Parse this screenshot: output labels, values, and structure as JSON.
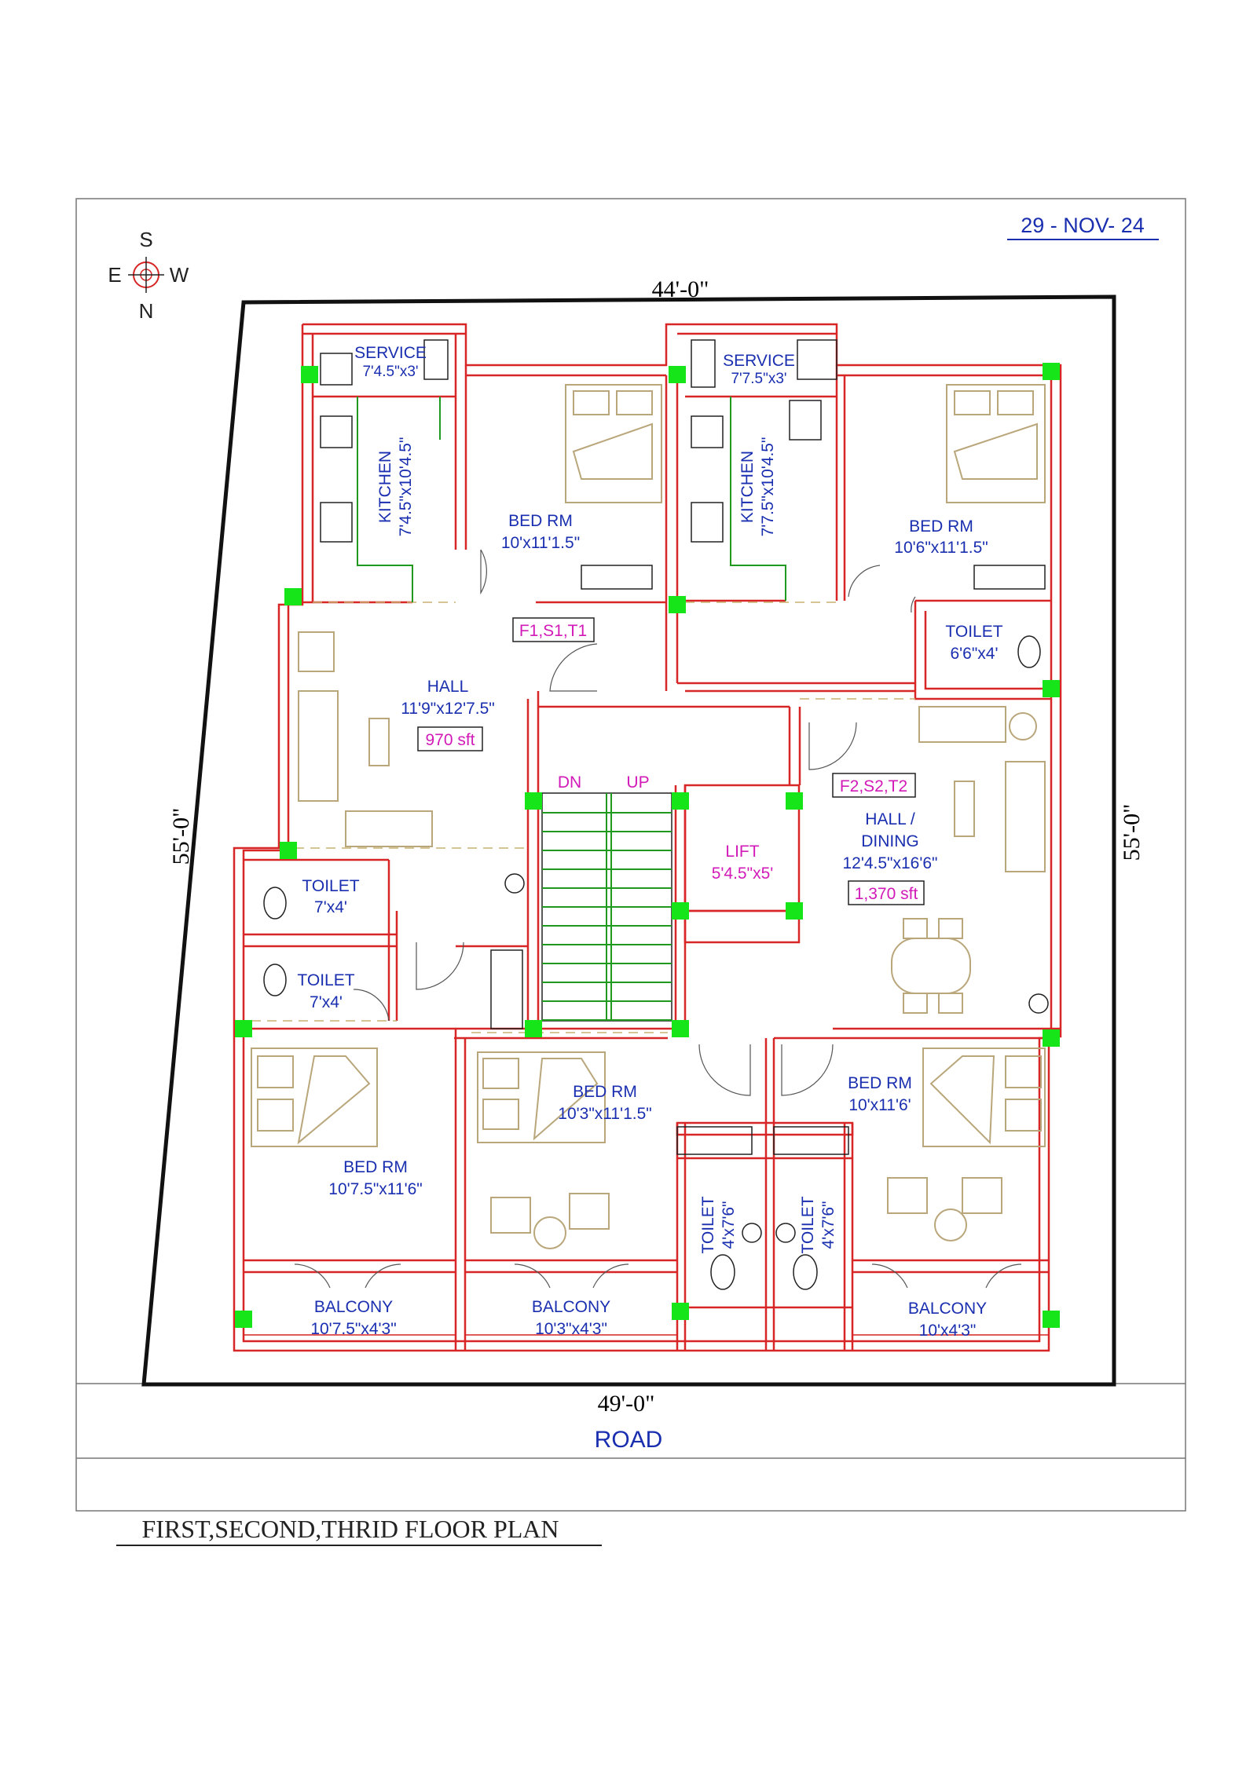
{
  "date": "29 - NOV- 24",
  "compass": {
    "top": "S",
    "bottom": "N",
    "left": "E",
    "right": "W"
  },
  "dimensions": {
    "top": "44'-0\"",
    "bottom": "49'-0\"",
    "left": "55'-0\"",
    "right": "55'-0\""
  },
  "road": "ROAD",
  "plan_title": "FIRST,SECOND,THRID FLOOR PLAN",
  "flat_left": {
    "tag": "F1,S1,T1",
    "area": "970 sft"
  },
  "flat_right": {
    "tag": "F2,S2,T2",
    "area": "1,370 sft"
  },
  "stairs": {
    "dn": "DN",
    "up": "UP"
  },
  "rooms": {
    "service_left": {
      "name": "SERVICE",
      "size": "7'4.5\"x3'"
    },
    "service_right": {
      "name": "SERVICE",
      "size": "7'7.5\"x3'"
    },
    "kitchen_left": {
      "name": "KITCHEN",
      "size": "7'4.5\"x10'4.5\""
    },
    "kitchen_right": {
      "name": "KITCHEN",
      "size": "7'7.5\"x10'4.5\""
    },
    "bed_top_left": {
      "name": "BED RM",
      "size": "10'x11'1.5\""
    },
    "bed_top_right": {
      "name": "BED RM",
      "size": "10'6\"x11'1.5\""
    },
    "toilet_top_right": {
      "name": "TOILET",
      "size": "6'6\"x4'"
    },
    "hall_left": {
      "name": "HALL",
      "size": "11'9\"x12'7.5\""
    },
    "hall_right": {
      "name": "HALL /",
      "name2": "DINING",
      "size": "12'4.5\"x16'6\""
    },
    "lift": {
      "name": "LIFT",
      "size": "5'4.5\"x5'"
    },
    "toilet_left_1": {
      "name": "TOILET",
      "size": "7'x4'"
    },
    "toilet_left_2": {
      "name": "TOILET",
      "size": "7'x4'"
    },
    "bed_bottom_left": {
      "name": "BED RM",
      "size": "10'7.5\"x11'6\""
    },
    "bed_bottom_mid": {
      "name": "BED RM",
      "size": "10'3\"x11'1.5\""
    },
    "bed_bottom_right": {
      "name": "BED RM",
      "size": "10'x11'6'"
    },
    "toilet_bottom_1": {
      "name": "TOILET",
      "size": "4'x7'6\""
    },
    "toilet_bottom_2": {
      "name": "TOILET",
      "size": "4'x7'6\""
    },
    "balcony_left": {
      "name": "BALCONY",
      "size": "10'7.5\"x4'3\""
    },
    "balcony_mid": {
      "name": "BALCONY",
      "size": "10'3\"x4'3\""
    },
    "balcony_right": {
      "name": "BALCONY",
      "size": "10'x4'3\""
    }
  },
  "colors": {
    "walls": "#d82525",
    "columns": "#16e51a",
    "labels": "#1a2fb0",
    "tags": "#d21ab8"
  }
}
